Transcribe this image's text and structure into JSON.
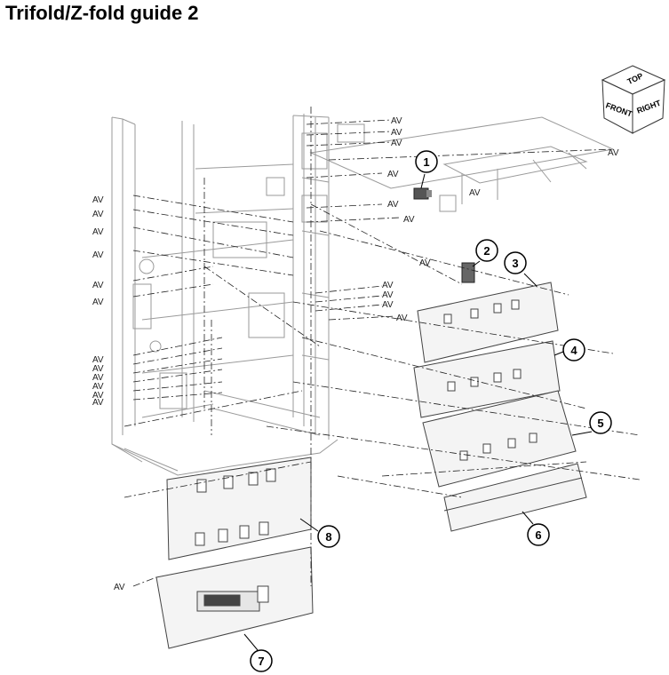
{
  "title": "Trifold/Z-fold guide 2",
  "orientation_cube": {
    "top": "TOP",
    "front": "FRONT",
    "right": "RIGHT"
  },
  "av_label": "AV",
  "callouts": [
    "1",
    "2",
    "3",
    "4",
    "5",
    "6",
    "7",
    "8"
  ]
}
